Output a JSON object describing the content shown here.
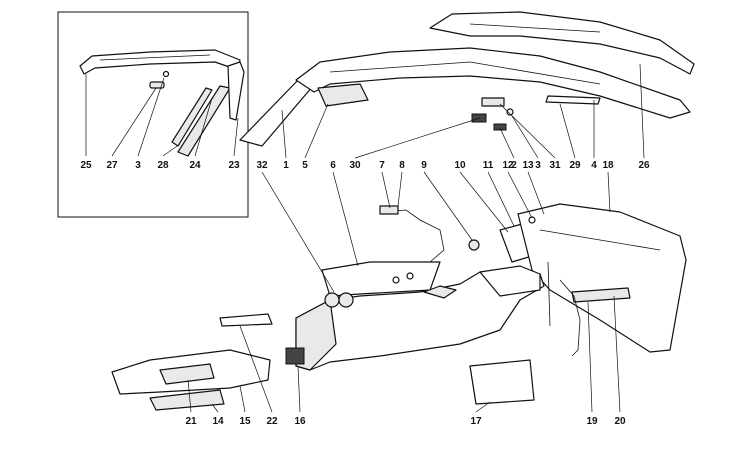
{
  "labels": {
    "l1": "1",
    "l2": "2",
    "l3a": "3",
    "l3b": "3",
    "l4": "4",
    "l5": "5",
    "l6": "6",
    "l7": "7",
    "l8": "8",
    "l9": "9",
    "l10": "10",
    "l11": "11",
    "l12": "12",
    "l13": "13",
    "l14": "14",
    "l15": "15",
    "l16": "16",
    "l17": "17",
    "l18": "18",
    "l19": "19",
    "l20": "20",
    "l21": "21",
    "l22": "22",
    "l23": "23",
    "l24": "24",
    "l25": "25",
    "l26": "26",
    "l27": "27",
    "l28": "28",
    "l29": "29",
    "l30": "30",
    "l31": "31",
    "l32": "32"
  }
}
